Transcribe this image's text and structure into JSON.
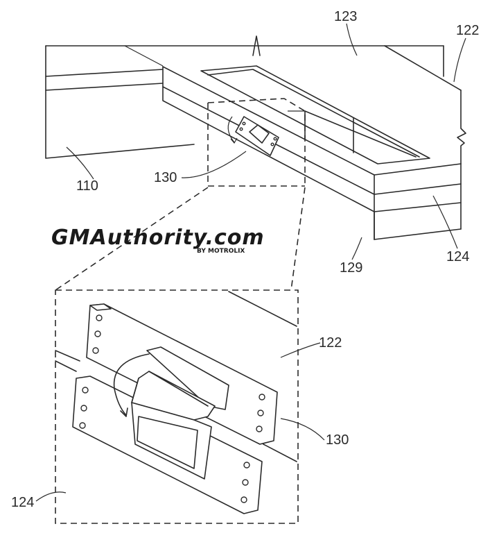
{
  "labels": {
    "ref_123": "123",
    "ref_122_top": "122",
    "ref_110": "110",
    "ref_130_top": "130",
    "ref_129": "129",
    "ref_124_top": "124",
    "ref_122_detail": "122",
    "ref_130_detail": "130",
    "ref_124_detail": "124"
  },
  "watermark": {
    "text": "GMAuthority.com",
    "sub": "BY MOTROLIX"
  }
}
